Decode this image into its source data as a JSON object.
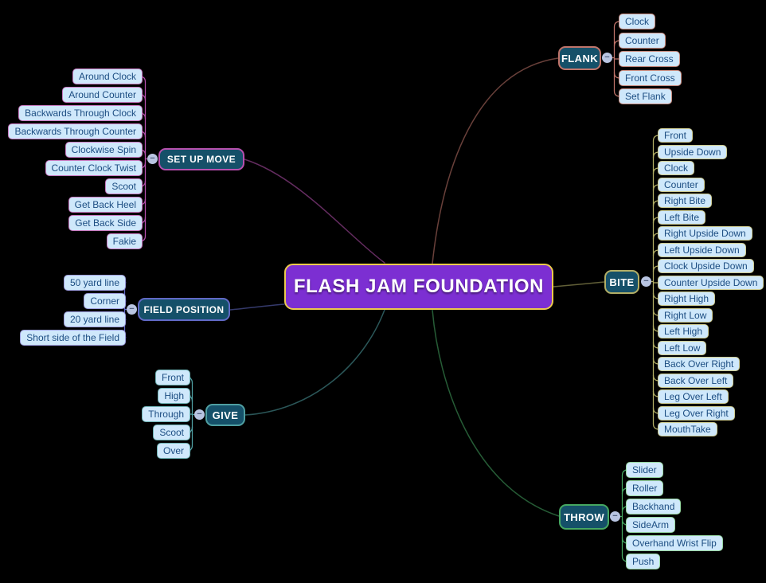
{
  "root": {
    "label": "FLASH JAM FOUNDATION"
  },
  "branches": [
    {
      "label": "FLANK",
      "color": "#c0746a",
      "child_color": "#c98a7d",
      "children": [
        "Clock",
        "Counter",
        "Rear Cross",
        "Front Cross",
        "Set Flank"
      ]
    },
    {
      "label": "BITE",
      "color": "#b2ae66",
      "child_color": "#cecb90",
      "children": [
        "Front",
        "Upside Down",
        "Clock",
        "Counter",
        "Right Bite",
        "Left Bite",
        "Right Upside Down",
        "Left Upside Down",
        "Clock Upside Down",
        "Counter Upside Down",
        "Right High",
        "Right Low",
        "Left High",
        "Left Low",
        "Back Over Right",
        "Back Over Left",
        "Leg Over Left",
        "Leg Over Right",
        "MouthTake"
      ]
    },
    {
      "label": "THROW",
      "color": "#46a862",
      "child_color": "#97d7a2",
      "children": [
        "Slider",
        "Roller",
        "Backhand",
        "SideArm",
        "Overhand Wrist Flip",
        "Push"
      ]
    },
    {
      "label": "GIVE",
      "color": "#4f9fa2",
      "child_color": "#6fb3b5",
      "children": [
        "Front",
        "High",
        "Through",
        "Scoot",
        "Over"
      ]
    },
    {
      "label": "FIELD POSITION",
      "color": "#6169c5",
      "child_color": "#9b9bda",
      "children": [
        "50 yard line",
        "Corner",
        "20 yard line",
        "Short side of the Field"
      ]
    },
    {
      "label": "SET UP MOVE",
      "color": "#b750ae",
      "child_color": "#c87ac0",
      "children": [
        "Around Clock",
        "Around Counter",
        "Backwards Through Clock",
        "Backwards Through Counter",
        "Clockwise Spin",
        "Counter Clock Twist",
        "Scoot",
        "Get Back Heel",
        "Get Back Side",
        "Fakie"
      ]
    }
  ],
  "colors": {
    "background": "#000000",
    "root_fill": "#7c2fd2",
    "root_border": "#ecca4d",
    "root_text": "#ffffff",
    "node_fill": "#155069",
    "node_text": "#ffffff",
    "child_fill": "#cfe8fb",
    "child_text": "#1c4d82",
    "collapse_fill": "#b9c5e2",
    "collapse_glyph": "#51607f"
  },
  "icons": {
    "collapse_minus": "−"
  }
}
